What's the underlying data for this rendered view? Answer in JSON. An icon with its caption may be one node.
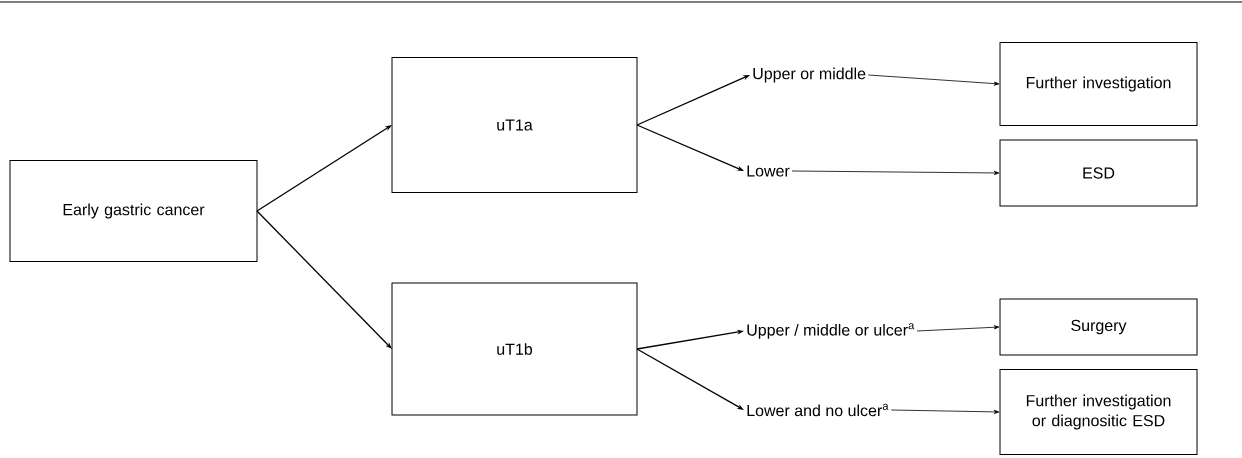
{
  "diagram": {
    "nodes": [
      {
        "text": [
          "Early gastric cancer"
        ]
      },
      {
        "text": [
          "uT1a"
        ]
      },
      {
        "text": [
          "uT1b"
        ]
      },
      {
        "text": [
          "Upper or middle"
        ]
      },
      {
        "text": [
          "Lower"
        ]
      },
      {
        "text": [
          "Upper / middle or ulcer$^{a}$"
        ]
      },
      {
        "text": [
          "Lower and no ulcer$^{a}$"
        ]
      },
      {
        "text": [
          "Further investigation"
        ]
      },
      {
        "text": [
          "ESD"
        ]
      },
      {
        "text": [
          "Surgery"
        ]
      },
      {
        "text": [
          "Further investigation or diagnositic ESD"
        ]
      }
    ],
    "edges": [
      {
        "from": 0,
        "to": 1,
        "arrow": "to"
      },
      {
        "from": 0,
        "to": 2,
        "arrow": "to"
      },
      {
        "from": 1,
        "to": 3,
        "arrow": "to"
      },
      {
        "from": 1,
        "to": 4,
        "arrow": "to"
      },
      {
        "from": 2,
        "to": 5,
        "arrow": "to"
      },
      {
        "from": 2,
        "to": 6,
        "arrow": "to"
      },
      {
        "from": 3,
        "to": 7,
        "arrow": "to"
      },
      {
        "from": 4,
        "to": 8,
        "arrow": "to"
      },
      {
        "from": 5,
        "to": 9,
        "arrow": "to"
      },
      {
        "from": 6,
        "to": 10,
        "arrow": "to"
      }
    ]
  }
}
